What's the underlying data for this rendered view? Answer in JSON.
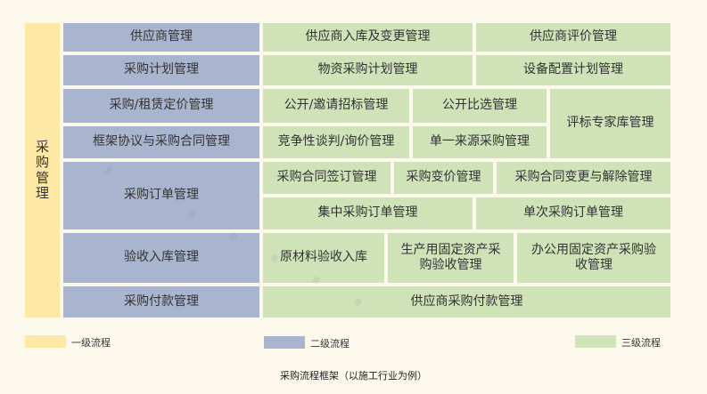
{
  "level1": {
    "label": "采购管理"
  },
  "level2": [
    "供应商管理",
    "采购计划管理",
    "采购/租赁定价管理",
    "框架协议与采购合同管理",
    "采购订单管理",
    "验收入库管理",
    "采购付款管理"
  ],
  "level3": {
    "supplier_onboard": "供应商入库及变更管理",
    "supplier_eval": "供应商评价管理",
    "material_plan": "物资采购计划管理",
    "equipment_plan": "设备配置计划管理",
    "open_bid": "公开/邀请招标管理",
    "open_compare": "公开比选管理",
    "expert_pool": "评标专家库管理",
    "negotiation": "竞争性谈判/询价管理",
    "single_source": "单一来源采购管理",
    "contract_sign": "采购合同签订管理",
    "price_change": "采购变价管理",
    "contract_change": "采购合同变更与解除管理",
    "central_order": "集中采购订单管理",
    "single_order": "单次采购订单管理",
    "raw_material": "原材料验收入库",
    "production_asset": "生产用固定资产采购验收管理",
    "office_asset": "办公用固定资产采购验收管理",
    "supplier_payment": "供应商采购付款管理"
  },
  "legend": {
    "l1": "一级流程",
    "l2": "二级流程",
    "l3": "三级流程"
  },
  "caption": "采购流程框架（以施工行业为例）",
  "colors": {
    "level1": "#fde8a6",
    "level2": "#a9b5ce",
    "level3": "#cfe2b8"
  }
}
